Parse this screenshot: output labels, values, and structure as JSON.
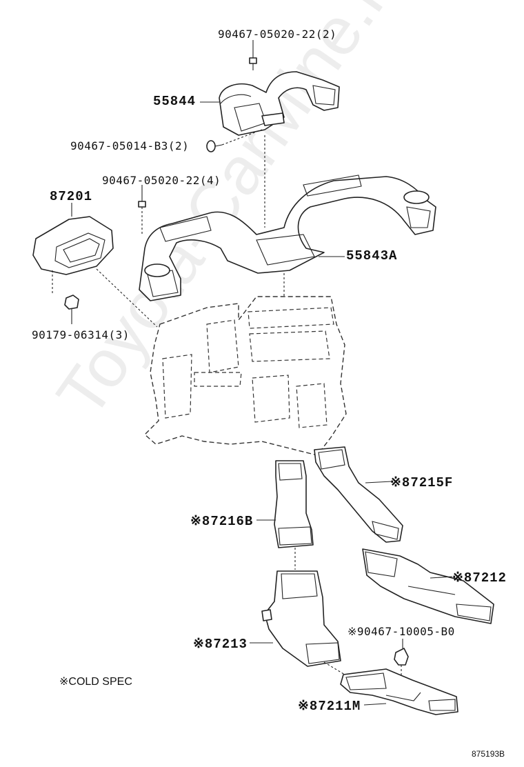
{
  "watermark": "Toyota-CarMine.ru",
  "parts": {
    "screw_top": "90467-05020-22(2)",
    "duct_55844": "55844",
    "clip_b3": "90467-05014-B3(2)",
    "screw_mid": "90467-05020-22(4)",
    "housing_87201": "87201",
    "duct_55843a": "55843A",
    "nut_90179": "90179-06314(3)",
    "duct_87215f": "※87215F",
    "duct_87216b": "※87216B",
    "duct_87212": "※87212",
    "clip_10005": "※90467-10005-B0",
    "duct_87213": "※87213",
    "duct_87211m": "※87211M"
  },
  "legend_note": "※COLD SPEC",
  "diagram_code": "875193B"
}
